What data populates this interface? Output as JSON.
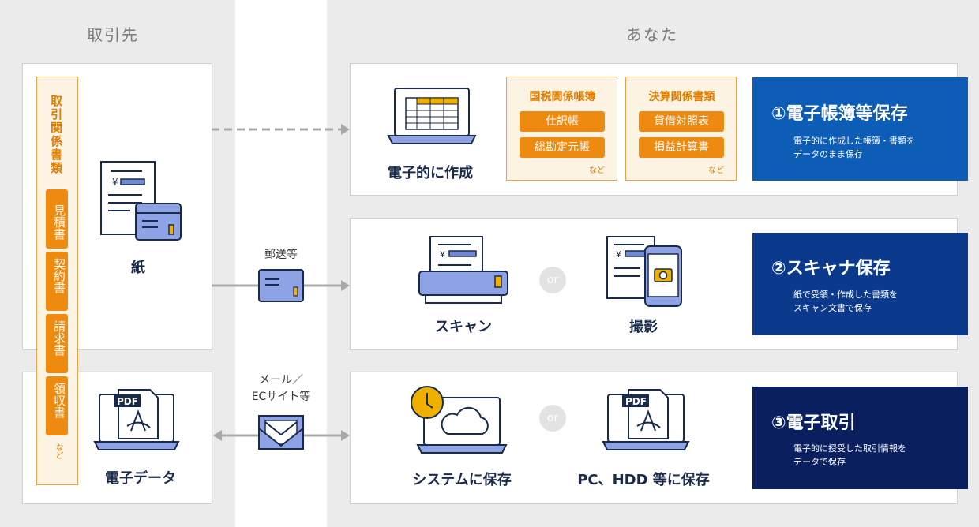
{
  "headers": {
    "partner": "取引先",
    "you": "あなた"
  },
  "partner": {
    "docs_title": "取引関係書類",
    "docs": [
      "見積書",
      "契約書",
      "請求書",
      "領収書"
    ],
    "docs_etc": "など",
    "paper_label": "紙",
    "edata_label": "電子データ"
  },
  "middle": {
    "mail_label": "郵送等",
    "email_label_1": "メール／",
    "email_label_2": "ECサイト等"
  },
  "row1": {
    "create_label": "電子的に作成",
    "cat1": {
      "title": "国税関係帳簿",
      "items": [
        "仕訳帳",
        "総勘定元帳"
      ],
      "etc": "など"
    },
    "cat2": {
      "title": "決算関係書類",
      "items": [
        "貸借対照表",
        "損益計算書"
      ],
      "etc": "など"
    },
    "card": {
      "title": "①電子帳簿等保存",
      "desc1": "電子的に作成した帳簿・書類を",
      "desc2": "データのまま保存",
      "color": "#0d5cb6"
    }
  },
  "row2": {
    "scan_label": "スキャン",
    "or": "or",
    "photo_label": "撮影",
    "card": {
      "title": "②スキャナ保存",
      "desc1": "紙で受領・作成した書類を",
      "desc2": "スキャン文書で保存",
      "color": "#0b3a8c"
    }
  },
  "row3": {
    "system_label": "システムに保存",
    "or": "or",
    "pc_label": "PC、HDD 等に保存",
    "card": {
      "title": "③電子取引",
      "desc1": "電子的に授受した取引情報を",
      "desc2": "データで保存",
      "color": "#0a1f5e"
    }
  },
  "icons": {
    "yen": "¥",
    "pdf": "PDF"
  }
}
